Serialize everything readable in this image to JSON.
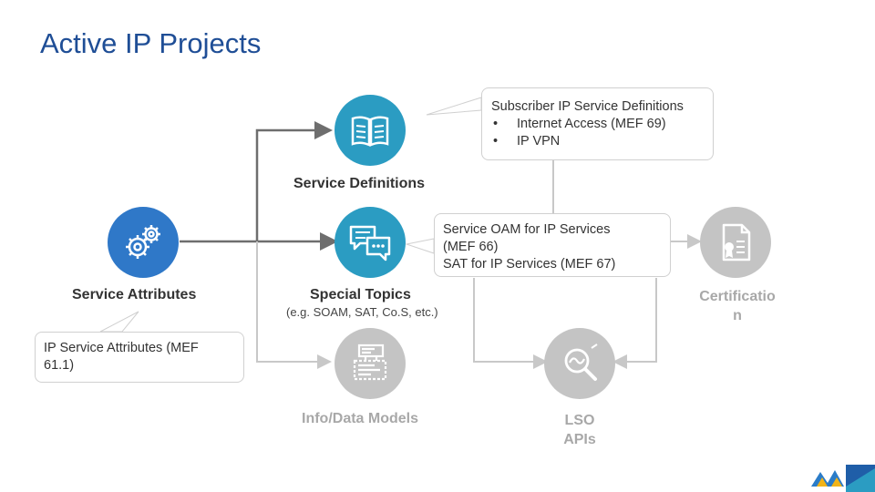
{
  "title": "Active IP Projects",
  "nodes": {
    "service_definitions": {
      "label": "Service Definitions",
      "icon": "book-icon",
      "callout": {
        "heading": "Subscriber IP Service Definitions",
        "bullets": [
          "Internet Access (MEF 69)",
          "IP VPN"
        ],
        "bullet_glyph": "•"
      }
    },
    "special_topics": {
      "label": "Special Topics",
      "sublabel": "(e.g. SOAM, SAT, Co.S, etc.)",
      "icon": "chat-icon",
      "callout": {
        "lines": [
          "Service OAM for IP Services",
          "(MEF 66)",
          "SAT for IP Services (MEF 67)"
        ]
      }
    },
    "service_attributes": {
      "label": "Service Attributes",
      "icon": "gears-icon",
      "callout": {
        "lines": [
          "IP Service Attributes (MEF",
          "61.1)"
        ]
      }
    },
    "certification": {
      "label_lines": [
        "Certificatio",
        "n"
      ],
      "icon": "certificate-icon"
    },
    "info_data_models": {
      "label": "Info/Data Models",
      "icon": "data-model-icon"
    },
    "lso_apis": {
      "label_lines": [
        "LSO",
        "APIs"
      ],
      "icon": "api-search-icon"
    }
  },
  "colors": {
    "title": "#1f4e96",
    "teal": "#2b9cc2",
    "blue": "#2f78c8",
    "gray": "#c4c4c4",
    "connector_dark": "#6e6e6e",
    "connector_light": "#c8c8c8"
  }
}
